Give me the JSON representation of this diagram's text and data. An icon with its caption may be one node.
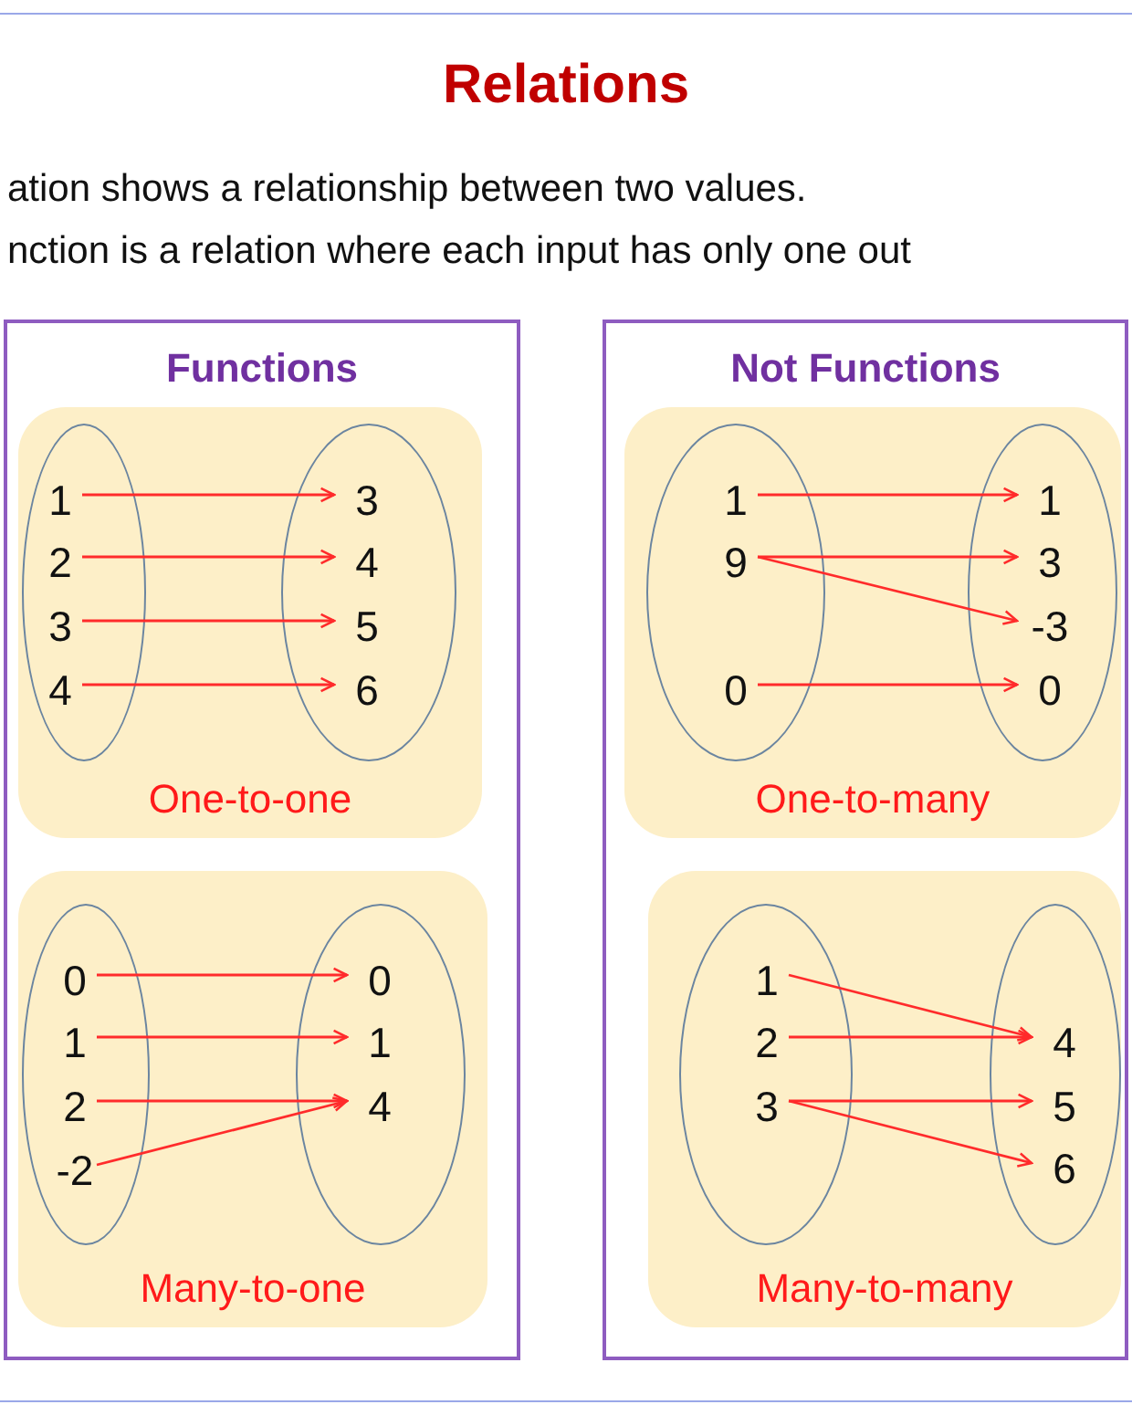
{
  "diagram": {
    "title": "Relations",
    "nodes": [
      {
        "text": [
          "Functions"
        ]
      },
      {
        "text": [
          "One-to-one"
        ],
        "in": 0
      },
      {
        "text": [],
        "shape": "ellipse",
        "in": 1
      },
      {
        "text": [
          "1"
        ],
        "in": 2
      },
      {
        "text": [
          "2"
        ],
        "in": 2
      },
      {
        "text": [
          "3"
        ],
        "in": 2
      },
      {
        "text": [
          "4"
        ],
        "in": 2
      },
      {
        "text": [],
        "shape": "ellipse",
        "in": 1
      },
      {
        "text": [
          "3"
        ],
        "in": 7
      },
      {
        "text": [
          "4"
        ],
        "in": 7
      },
      {
        "text": [
          "5"
        ],
        "in": 7
      },
      {
        "text": [
          "6"
        ],
        "in": 7
      },
      {
        "text": [
          "Many-to-one"
        ],
        "in": 0
      },
      {
        "text": [],
        "shape": "ellipse",
        "in": 12
      },
      {
        "text": [
          "0"
        ],
        "in": 13
      },
      {
        "text": [
          "1"
        ],
        "in": 13
      },
      {
        "text": [
          "2"
        ],
        "in": 13
      },
      {
        "text": [
          "-2"
        ],
        "in": 13
      },
      {
        "text": [],
        "shape": "ellipse",
        "in": 12
      },
      {
        "text": [
          "0"
        ],
        "in": 18
      },
      {
        "text": [
          "1"
        ],
        "in": 18
      },
      {
        "text": [
          "4"
        ],
        "in": 18
      },
      {
        "text": [
          "Not Functions"
        ]
      },
      {
        "text": [
          "One-to-many"
        ],
        "in": 22
      },
      {
        "text": [],
        "shape": "ellipse",
        "in": 23
      },
      {
        "text": [
          "1"
        ],
        "in": 24
      },
      {
        "text": [
          "9"
        ],
        "in": 24
      },
      {
        "text": [
          "0"
        ],
        "in": 24
      },
      {
        "text": [],
        "shape": "ellipse",
        "in": 23
      },
      {
        "text": [
          "1"
        ],
        "in": 28
      },
      {
        "text": [
          "3"
        ],
        "in": 28
      },
      {
        "text": [
          "-3"
        ],
        "in": 28
      },
      {
        "text": [
          "0"
        ],
        "in": 28
      },
      {
        "text": [
          "Many-to-many"
        ],
        "in": 22
      },
      {
        "text": [],
        "shape": "ellipse",
        "in": 33
      },
      {
        "text": [
          "1"
        ],
        "in": 34
      },
      {
        "text": [
          "2"
        ],
        "in": 34
      },
      {
        "text": [
          "3"
        ],
        "in": 34
      },
      {
        "text": [],
        "shape": "ellipse",
        "in": 33
      },
      {
        "text": [
          "4"
        ],
        "in": 38
      },
      {
        "text": [
          "5"
        ],
        "in": 38
      },
      {
        "text": [
          "6"
        ],
        "in": 38
      }
    ],
    "edges": [
      {
        "from": 3,
        "to": 8,
        "arrow": "to"
      },
      {
        "from": 4,
        "to": 9,
        "arrow": "to"
      },
      {
        "from": 5,
        "to": 10,
        "arrow": "to"
      },
      {
        "from": 6,
        "to": 11,
        "arrow": "to"
      },
      {
        "from": 14,
        "to": 19,
        "arrow": "to"
      },
      {
        "from": 15,
        "to": 20,
        "arrow": "to"
      },
      {
        "from": 16,
        "to": 21,
        "arrow": "to"
      },
      {
        "from": 17,
        "to": 21,
        "arrow": "to"
      },
      {
        "from": 25,
        "to": 29,
        "arrow": "to"
      },
      {
        "from": 26,
        "to": 30,
        "arrow": "to"
      },
      {
        "from": 26,
        "to": 31,
        "arrow": "to"
      },
      {
        "from": 27,
        "to": 32,
        "arrow": "to"
      },
      {
        "from": 35,
        "to": 39,
        "arrow": "to"
      },
      {
        "from": 36,
        "to": 39,
        "arrow": "to"
      },
      {
        "from": 37,
        "to": 40,
        "arrow": "to"
      },
      {
        "from": 37,
        "to": 41,
        "arrow": "to"
      }
    ],
    "labels": [
      "ation shows a relationship between two values.",
      "nction is a relation where each input has only one out"
    ]
  }
}
